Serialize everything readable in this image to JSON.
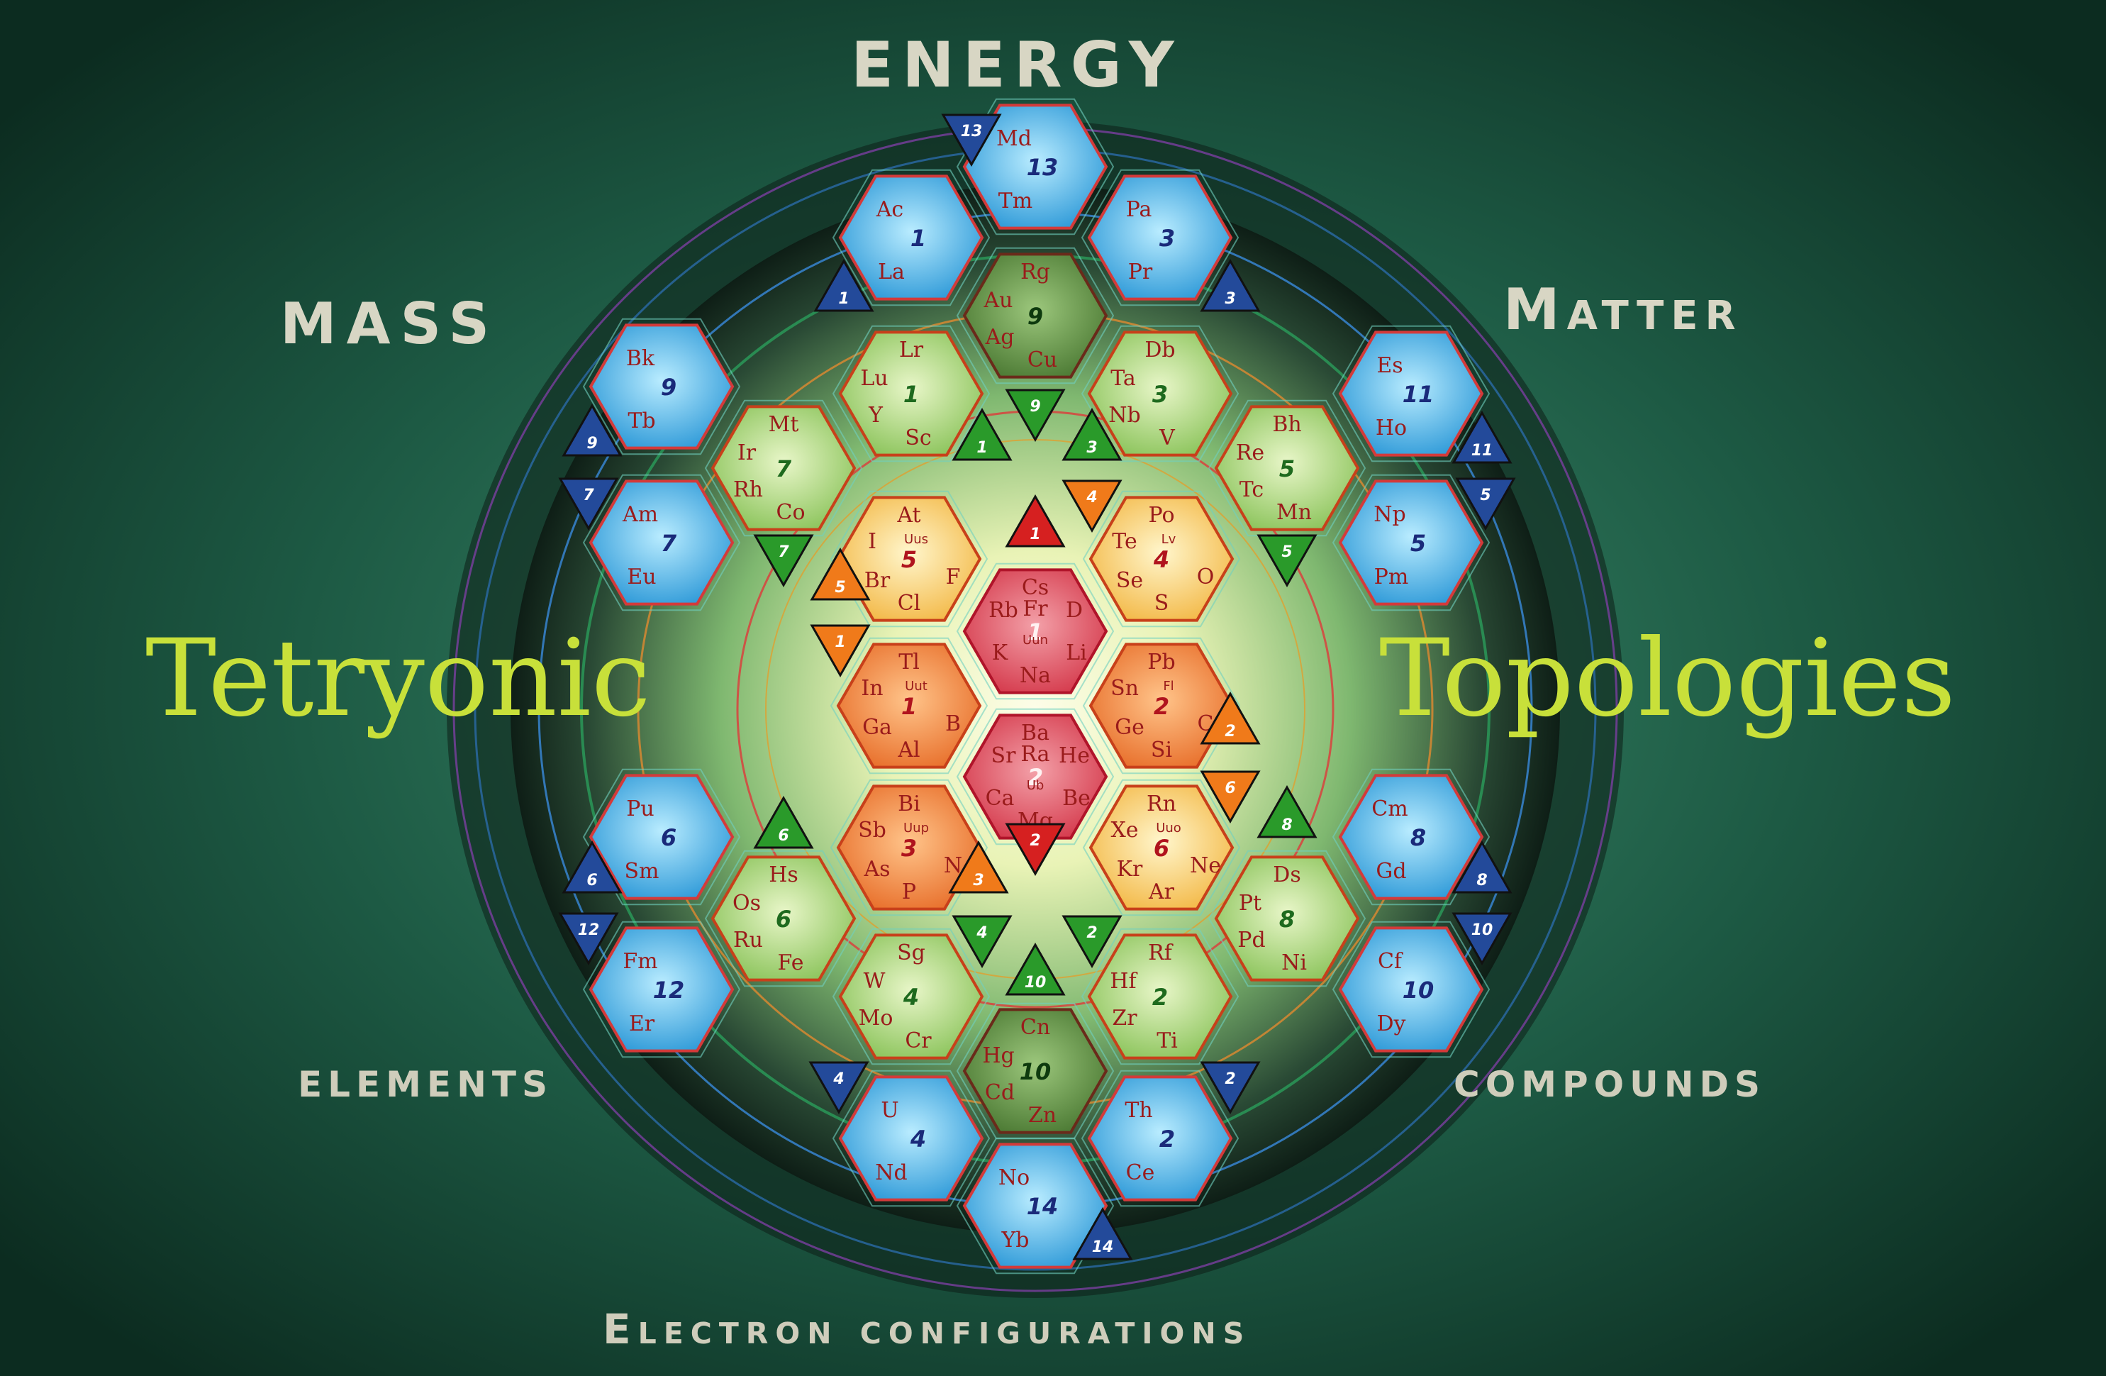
{
  "titles": {
    "energy": "ENERGY",
    "mass": "MASS",
    "matter": "Matter",
    "tetryonic": "Tetryonic",
    "topologies": "Topologies",
    "elements": "ELEMENTS",
    "compounds": "COMPOUNDS",
    "electron_configurations": "Electron configurations"
  },
  "colors": {
    "background": "#0f3a2a",
    "title_main": "#c8e03a",
    "title_light": "#d8d6c4",
    "hex_s": "#e05060",
    "hex_p": "#f08840",
    "hex_p_yellow": "#f6d36a",
    "hex_d": "#a9d47a",
    "hex_d_dark": "#6a9a4a",
    "hex_f": "#3aaee8",
    "element_text": "#9a1b1b"
  },
  "hexagons": [
    {
      "id": "s1",
      "type": "s",
      "number": "1",
      "elements": [
        "Cs",
        "Rb",
        "Fr",
        "D",
        "K",
        "Li",
        "Na"
      ],
      "small": "Uun"
    },
    {
      "id": "s2",
      "type": "s",
      "number": "2",
      "elements": [
        "Ba",
        "Sr",
        "Ra",
        "He",
        "Ca",
        "Be",
        "Mg"
      ],
      "small": "Ub"
    },
    {
      "id": "p5",
      "type": "p_y",
      "number": "5",
      "elements": [
        "At",
        "I",
        "Br",
        "F",
        "Cl"
      ],
      "small": "Uus"
    },
    {
      "id": "p4",
      "type": "p_y",
      "number": "4",
      "elements": [
        "Po",
        "Te",
        "Se",
        "O",
        "S"
      ],
      "small": "Lv"
    },
    {
      "id": "p1",
      "type": "p",
      "number": "1",
      "elements": [
        "Tl",
        "In",
        "Ga",
        "B",
        "Al"
      ],
      "small": "Uut"
    },
    {
      "id": "p2",
      "type": "p",
      "number": "2",
      "elements": [
        "Pb",
        "Sn",
        "Ge",
        "C",
        "Si"
      ],
      "small": "Fl"
    },
    {
      "id": "p3",
      "type": "p",
      "number": "3",
      "elements": [
        "Bi",
        "Sb",
        "As",
        "N",
        "P"
      ],
      "small": "Uup"
    },
    {
      "id": "p6",
      "type": "p_y",
      "number": "6",
      "elements": [
        "Rn",
        "Xe",
        "Kr",
        "Ne",
        "Ar"
      ],
      "small": "Uuo"
    },
    {
      "id": "d9",
      "type": "d_dark",
      "number": "9",
      "elements": [
        "Rg",
        "Au",
        "Ag",
        "Cu"
      ],
      "small": ""
    },
    {
      "id": "d1",
      "type": "d",
      "number": "1",
      "elements": [
        "Lr",
        "Lu",
        "Y",
        "Sc"
      ],
      "small": ""
    },
    {
      "id": "d3",
      "type": "d",
      "number": "3",
      "elements": [
        "Db",
        "Ta",
        "Nb",
        "V"
      ],
      "small": ""
    },
    {
      "id": "d7",
      "type": "d",
      "number": "7",
      "elements": [
        "Mt",
        "Ir",
        "Rh",
        "Co"
      ],
      "small": ""
    },
    {
      "id": "d5",
      "type": "d",
      "number": "5",
      "elements": [
        "Bh",
        "Re",
        "Tc",
        "Mn"
      ],
      "small": ""
    },
    {
      "id": "d6",
      "type": "d",
      "number": "6",
      "elements": [
        "Hs",
        "Os",
        "Ru",
        "Fe"
      ],
      "small": ""
    },
    {
      "id": "d8",
      "type": "d",
      "number": "8",
      "elements": [
        "Ds",
        "Pt",
        "Pd",
        "Ni"
      ],
      "small": ""
    },
    {
      "id": "d4",
      "type": "d",
      "number": "4",
      "elements": [
        "Sg",
        "W",
        "Mo",
        "Cr"
      ],
      "small": ""
    },
    {
      "id": "d2",
      "type": "d",
      "number": "2",
      "elements": [
        "Rf",
        "Hf",
        "Zr",
        "Ti"
      ],
      "small": ""
    },
    {
      "id": "d10",
      "type": "d_dark",
      "number": "10",
      "elements": [
        "Cn",
        "Hg",
        "Cd",
        "Zn"
      ],
      "small": ""
    },
    {
      "id": "f13",
      "type": "f",
      "number": "13",
      "elements": [
        "Md",
        "Tm"
      ],
      "small": ""
    },
    {
      "id": "f1",
      "type": "f",
      "number": "1",
      "elements": [
        "Ac",
        "La"
      ],
      "small": ""
    },
    {
      "id": "f3",
      "type": "f",
      "number": "3",
      "elements": [
        "Pa",
        "Pr"
      ],
      "small": ""
    },
    {
      "id": "f9",
      "type": "f",
      "number": "9",
      "elements": [
        "Bk",
        "Tb"
      ],
      "small": ""
    },
    {
      "id": "f11",
      "type": "f",
      "number": "11",
      "elements": [
        "Es",
        "Ho"
      ],
      "small": ""
    },
    {
      "id": "f7",
      "type": "f",
      "number": "7",
      "elements": [
        "Am",
        "Eu"
      ],
      "small": ""
    },
    {
      "id": "f5",
      "type": "f",
      "number": "5",
      "elements": [
        "Np",
        "Pm"
      ],
      "small": ""
    },
    {
      "id": "f6",
      "type": "f",
      "number": "6",
      "elements": [
        "Pu",
        "Sm"
      ],
      "small": ""
    },
    {
      "id": "f8",
      "type": "f",
      "number": "8",
      "elements": [
        "Cm",
        "Gd"
      ],
      "small": ""
    },
    {
      "id": "f12",
      "type": "f",
      "number": "12",
      "elements": [
        "Fm",
        "Er"
      ],
      "small": ""
    },
    {
      "id": "f10",
      "type": "f",
      "number": "10",
      "elements": [
        "Cf",
        "Dy"
      ],
      "small": ""
    },
    {
      "id": "f4",
      "type": "f",
      "number": "4",
      "elements": [
        "U",
        "Nd"
      ],
      "small": ""
    },
    {
      "id": "f2",
      "type": "f",
      "number": "2",
      "elements": [
        "Th",
        "Ce"
      ],
      "small": ""
    },
    {
      "id": "f14",
      "type": "f",
      "number": "14",
      "elements": [
        "No",
        "Yb"
      ],
      "small": ""
    }
  ],
  "triangles": [
    {
      "id": "t-s1",
      "color": "red",
      "number": "1",
      "up": true
    },
    {
      "id": "t-s2",
      "color": "red",
      "number": "2",
      "up": false
    },
    {
      "id": "t-p5",
      "color": "orange",
      "number": "5",
      "up": true
    },
    {
      "id": "t-p4",
      "color": "orange",
      "number": "4",
      "up": false
    },
    {
      "id": "t-p1",
      "color": "orange",
      "number": "1",
      "up": false
    },
    {
      "id": "t-p2",
      "color": "orange",
      "number": "2",
      "up": true
    },
    {
      "id": "t-p3",
      "color": "orange",
      "number": "3",
      "up": true
    },
    {
      "id": "t-p6",
      "color": "orange",
      "number": "6",
      "up": false
    },
    {
      "id": "t-d9",
      "color": "green",
      "number": "9",
      "up": false
    },
    {
      "id": "t-d1",
      "color": "green",
      "number": "1",
      "up": true
    },
    {
      "id": "t-d3",
      "color": "green",
      "number": "3",
      "up": true
    },
    {
      "id": "t-d7",
      "color": "green",
      "number": "7",
      "up": false
    },
    {
      "id": "t-d5",
      "color": "green",
      "number": "5",
      "up": false
    },
    {
      "id": "t-d6",
      "color": "green",
      "number": "6",
      "up": true
    },
    {
      "id": "t-d8",
      "color": "green",
      "number": "8",
      "up": true
    },
    {
      "id": "t-d4",
      "color": "green",
      "number": "4",
      "up": false
    },
    {
      "id": "t-d2",
      "color": "green",
      "number": "2",
      "up": false
    },
    {
      "id": "t-d10",
      "color": "green",
      "number": "10",
      "up": true
    },
    {
      "id": "t-f13",
      "color": "blue",
      "number": "13",
      "up": false
    },
    {
      "id": "t-f1",
      "color": "blue",
      "number": "1",
      "up": true
    },
    {
      "id": "t-f3",
      "color": "blue",
      "number": "3",
      "up": true
    },
    {
      "id": "t-f9",
      "color": "blue",
      "number": "9",
      "up": true
    },
    {
      "id": "t-f11",
      "color": "blue",
      "number": "11",
      "up": true
    },
    {
      "id": "t-f7",
      "color": "blue",
      "number": "7",
      "up": false
    },
    {
      "id": "t-f5",
      "color": "blue",
      "number": "5",
      "up": false
    },
    {
      "id": "t-f6",
      "color": "blue",
      "number": "6",
      "up": true
    },
    {
      "id": "t-f8",
      "color": "blue",
      "number": "8",
      "up": true
    },
    {
      "id": "t-f12",
      "color": "blue",
      "number": "12",
      "up": false
    },
    {
      "id": "t-f10",
      "color": "blue",
      "number": "10",
      "up": false
    },
    {
      "id": "t-f4",
      "color": "blue",
      "number": "4",
      "up": false
    },
    {
      "id": "t-f2",
      "color": "blue",
      "number": "2",
      "up": false
    },
    {
      "id": "t-f14",
      "color": "blue",
      "number": "14",
      "up": true
    }
  ]
}
